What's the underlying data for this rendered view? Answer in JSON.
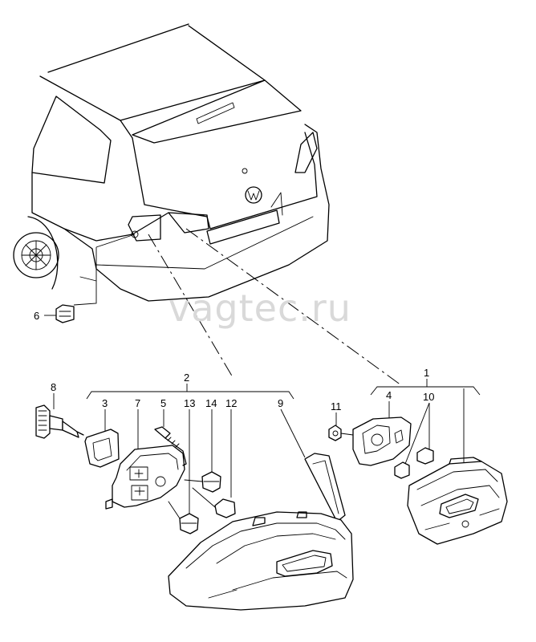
{
  "watermark": "vagtec.ru",
  "callouts": {
    "c1": "1",
    "c2": "2",
    "c3": "3",
    "c4": "4",
    "c5": "5",
    "c6": "6",
    "c7": "7",
    "c8": "8",
    "c9": "9",
    "c10": "10",
    "c11": "11",
    "c12": "12",
    "c13": "13",
    "c14": "14"
  }
}
